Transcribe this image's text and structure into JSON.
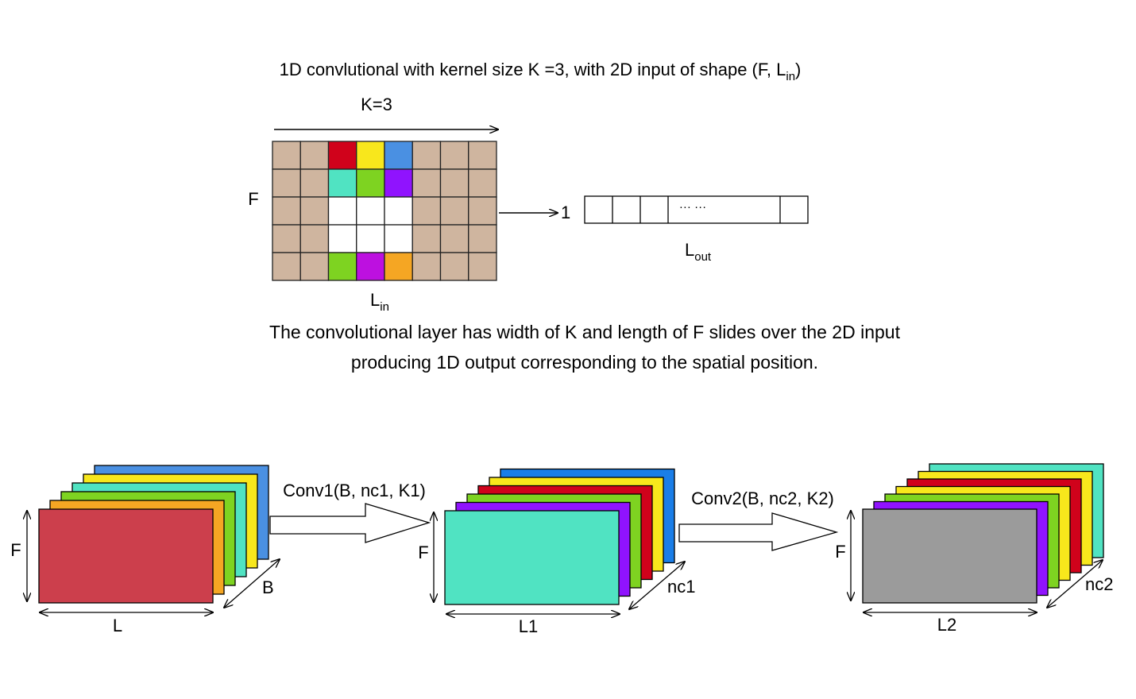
{
  "top": {
    "title_main": "1D convlutional with kernel size K =3, with 2D input of shape (F, L",
    "title_sub": "in",
    "title_end": ")",
    "kernel_label": "K=3",
    "f_label": "F",
    "lin_main": "L",
    "lin_sub": "in",
    "output_channels": "1",
    "dots": "··· ···",
    "lout_main": "L",
    "lout_sub": "out",
    "caption_line1": "The convolutional layer has width of K and length of F slides over the 2D input",
    "caption_line2": "producing 1D output corresponding to the spatial position.",
    "grid": {
      "rows": 5,
      "cols": 8,
      "base_color": "#cfb59f",
      "cells": [
        {
          "r": 0,
          "c": 2,
          "color": "#d0021b"
        },
        {
          "r": 0,
          "c": 3,
          "color": "#f8e71c"
        },
        {
          "r": 0,
          "c": 4,
          "color": "#4a90e2"
        },
        {
          "r": 1,
          "c": 2,
          "color": "#50e3c2"
        },
        {
          "r": 1,
          "c": 3,
          "color": "#7ed321"
        },
        {
          "r": 1,
          "c": 4,
          "color": "#9013fe"
        },
        {
          "r": 2,
          "c": 2,
          "color": "#ffffff"
        },
        {
          "r": 2,
          "c": 3,
          "color": "#ffffff"
        },
        {
          "r": 2,
          "c": 4,
          "color": "#ffffff"
        },
        {
          "r": 3,
          "c": 2,
          "color": "#ffffff"
        },
        {
          "r": 3,
          "c": 3,
          "color": "#ffffff"
        },
        {
          "r": 3,
          "c": 4,
          "color": "#ffffff"
        },
        {
          "r": 4,
          "c": 2,
          "color": "#7ed321"
        },
        {
          "r": 4,
          "c": 3,
          "color": "#bd10e0"
        },
        {
          "r": 4,
          "c": 4,
          "color": "#f5a623"
        }
      ]
    }
  },
  "bottom": {
    "stacks": [
      {
        "name": "input",
        "f_label": "F",
        "width_label": "L",
        "depth_label": "B",
        "colors": [
          "#4a90e2",
          "#f8e71c",
          "#50e3c2",
          "#7ed321",
          "#f5a623",
          "#cc3f4c"
        ]
      },
      {
        "name": "conv1-output",
        "f_label": "F",
        "width_label": "L1",
        "depth_label": "nc1",
        "colors": [
          "#1a7ee8",
          "#f8e71c",
          "#d0021b",
          "#7ed321",
          "#9013fe",
          "#50e3c2"
        ]
      },
      {
        "name": "conv2-output",
        "f_label": "F",
        "width_label": "L2",
        "depth_label": "nc2",
        "colors": [
          "#50e3c2",
          "#f8e71c",
          "#d0021b",
          "#f8e71c",
          "#7ed321",
          "#9013fe",
          "#9b9b9b"
        ]
      }
    ],
    "conv1_label": "Conv1(B, nc1, K1)",
    "conv2_label": "Conv2(B, nc2, K2)"
  }
}
